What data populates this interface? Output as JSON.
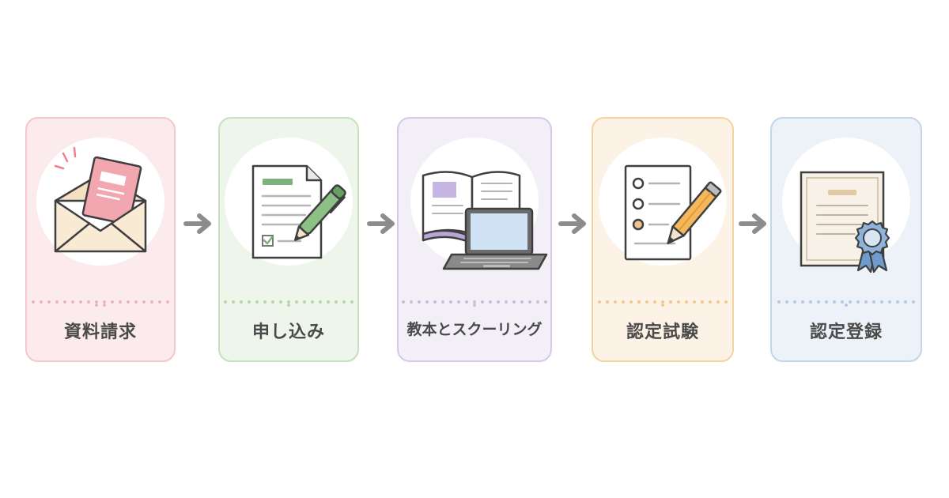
{
  "steps": [
    {
      "label": "資料請求",
      "icon": "envelope-document-icon",
      "color": "#f3c7cc"
    },
    {
      "label": "申し込み",
      "icon": "form-pen-icon",
      "color": "#c6e0bd"
    },
    {
      "label": "教本とスクーリング",
      "icon": "book-laptop-icon",
      "color": "#d5c9e4"
    },
    {
      "label": "認定試験",
      "icon": "checklist-pencil-icon",
      "color": "#f4d39e"
    },
    {
      "label": "認定登録",
      "icon": "certificate-ribbon-icon",
      "color": "#c2d6ea"
    }
  ],
  "arrow_color": "#8c8c8c"
}
